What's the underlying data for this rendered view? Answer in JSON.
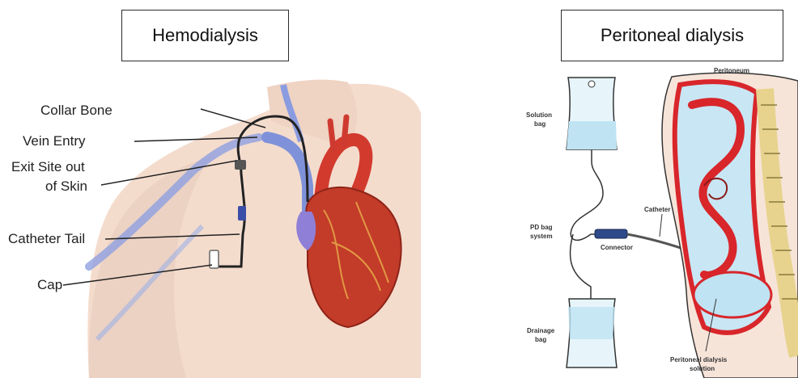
{
  "hemodialysis": {
    "title": "Hemodialysis",
    "labels": {
      "collar_bone": "Collar Bone",
      "vein_entry": "Vein Entry",
      "exit_site_1": "Exit Site out",
      "exit_site_2": "of Skin",
      "catheter_tail": "Catheter Tail",
      "cap": "Cap"
    }
  },
  "peritoneal": {
    "title": "Peritoneal dialysis",
    "labels": {
      "peritoneum": "Peritoneum",
      "solution_bag_1": "Solution",
      "solution_bag_2": "bag",
      "catheter": "Catheter",
      "pd_bag_1": "PD bag",
      "pd_bag_2": "system",
      "connector": "Connector",
      "drainage_1": "Drainage",
      "drainage_2": "bag",
      "pd_solution_1": "Peritoneal dialysis",
      "pd_solution_2": "solution"
    }
  },
  "colors": {
    "skin": "#f3d8c9",
    "vein": "#7d8fd6",
    "heart_red": "#c83a2a",
    "aorta": "#d9342b",
    "fluid_blue": "#bfe3f2",
    "organ_red": "#d8262b",
    "outline": "#3a2a2a"
  }
}
